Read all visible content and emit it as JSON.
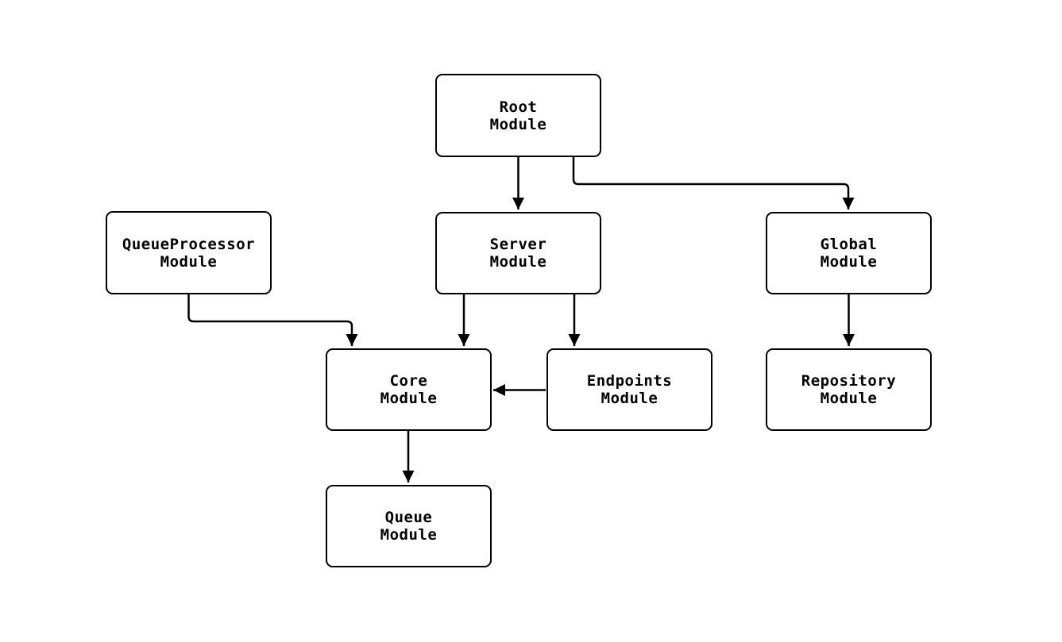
{
  "diagram": {
    "type": "flowchart",
    "background_color": "#ffffff",
    "stroke_color": "#000000",
    "node_fill_color": "#ffffff",
    "text_color": "#000000",
    "nodes": [
      {
        "id": "root",
        "label": "Root\nModule"
      },
      {
        "id": "queueprocessor",
        "label": "QueueProcessor\nModule"
      },
      {
        "id": "server",
        "label": "Server\nModule"
      },
      {
        "id": "global",
        "label": "Global\nModule"
      },
      {
        "id": "core",
        "label": "Core\nModule"
      },
      {
        "id": "endpoints",
        "label": "Endpoints\nModule"
      },
      {
        "id": "repository",
        "label": "Repository\nModule"
      },
      {
        "id": "queue",
        "label": "Queue\nModule"
      }
    ],
    "edges": [
      {
        "from": "root",
        "to": "server"
      },
      {
        "from": "root",
        "to": "global"
      },
      {
        "from": "queueprocessor",
        "to": "core"
      },
      {
        "from": "server",
        "to": "core"
      },
      {
        "from": "server",
        "to": "endpoints"
      },
      {
        "from": "endpoints",
        "to": "core"
      },
      {
        "from": "global",
        "to": "repository"
      },
      {
        "from": "core",
        "to": "queue"
      }
    ]
  }
}
